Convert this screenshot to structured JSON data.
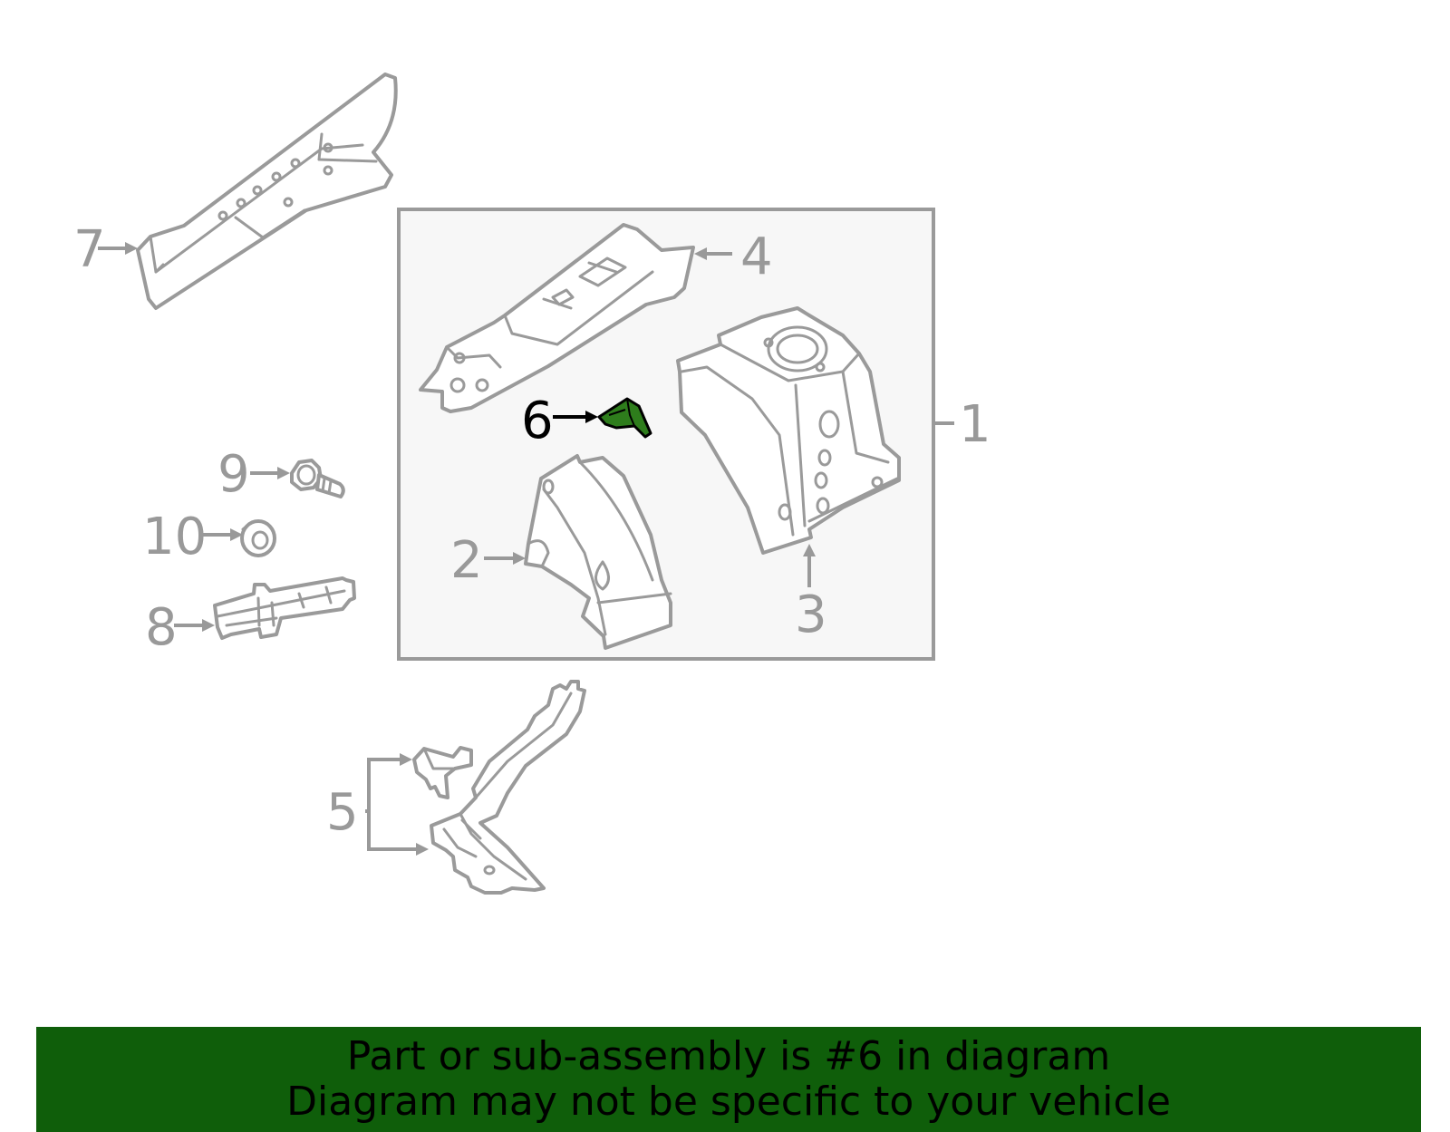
{
  "diagram": {
    "callouts": {
      "c1": "1",
      "c2": "2",
      "c3": "3",
      "c4": "4",
      "c5": "5",
      "c6": "6",
      "c7": "7",
      "c8": "8",
      "c9": "9",
      "c10": "10"
    },
    "highlighted_part": "6"
  },
  "banner": {
    "line1": "Part or sub-assembly is #6 in diagram",
    "line2": "Diagram may not be specific to your vehicle"
  },
  "colors": {
    "highlight": "#2e7d1c",
    "banner_bg": "#0f5e0a",
    "line_gray": "#9a9a9a",
    "box_fill": "#f7f7f7"
  }
}
